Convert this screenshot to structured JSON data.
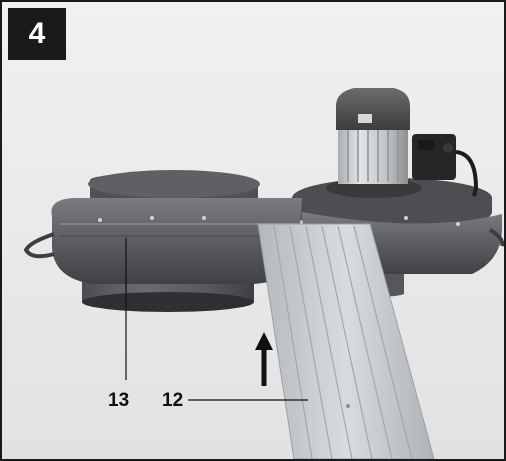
{
  "figure": {
    "number": "4",
    "callouts": [
      {
        "label": "13",
        "part": "outlet-ring"
      },
      {
        "label": "12",
        "part": "filter-chute"
      }
    ]
  },
  "colors": {
    "badge": "#1a1a1a",
    "housing": "#5b5d60",
    "aluminium": "#c7cbcf",
    "motor": "#5a5a5a",
    "background": "#ececec"
  }
}
